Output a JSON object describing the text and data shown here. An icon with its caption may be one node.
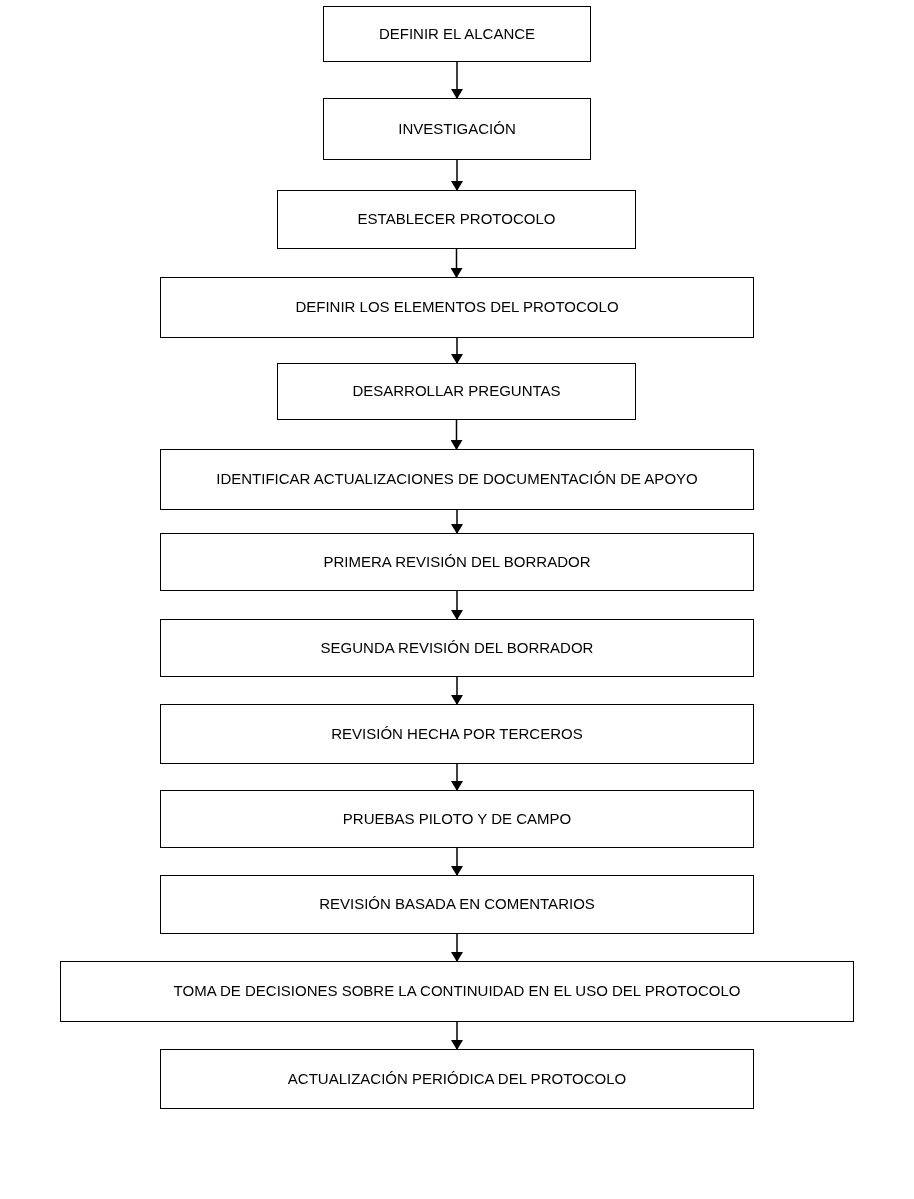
{
  "diagram": {
    "nodes": [
      {
        "text": [
          "DEFINIR EL ALCANCE"
        ]
      },
      {
        "text": [
          "INVESTIGACIÓN"
        ]
      },
      {
        "text": [
          "ESTABLECER PROTOCOLO"
        ]
      },
      {
        "text": [
          "DEFINIR LOS ELEMENTOS DEL PROTOCOLO"
        ]
      },
      {
        "text": [
          "DESARROLLAR PREGUNTAS"
        ]
      },
      {
        "text": [
          "IDENTIFICAR ACTUALIZACIONES DE DOCUMENTACIÓN DE APOYO"
        ]
      },
      {
        "text": [
          "PRIMERA REVISIÓN DEL BORRADOR"
        ]
      },
      {
        "text": [
          "SEGUNDA REVISIÓN DEL BORRADOR"
        ]
      },
      {
        "text": [
          "REVISIÓN HECHA POR TERCEROS"
        ]
      },
      {
        "text": [
          "PRUEBAS PILOTO Y DE CAMPO"
        ]
      },
      {
        "text": [
          "REVISIÓN BASADA EN COMENTARIOS"
        ]
      },
      {
        "text": [
          "TOMA DE DECISIONES SOBRE LA CONTINUIDAD EN EL USO DEL PROTOCOLO"
        ]
      },
      {
        "text": [
          "ACTUALIZACIÓN PERIÓDICA DEL PROTOCOLO"
        ]
      }
    ],
    "edges": [
      {
        "from": 0,
        "to": 1,
        "arrow": "to"
      },
      {
        "from": 1,
        "to": 2,
        "arrow": "to"
      },
      {
        "from": 2,
        "to": 3,
        "arrow": "to"
      },
      {
        "from": 3,
        "to": 4,
        "arrow": "to"
      },
      {
        "from": 4,
        "to": 5,
        "arrow": "to"
      },
      {
        "from": 5,
        "to": 6,
        "arrow": "to"
      },
      {
        "from": 6,
        "to": 7,
        "arrow": "to"
      },
      {
        "from": 7,
        "to": 8,
        "arrow": "to"
      },
      {
        "from": 8,
        "to": 9,
        "arrow": "to"
      },
      {
        "from": 9,
        "to": 10,
        "arrow": "to"
      },
      {
        "from": 10,
        "to": 11,
        "arrow": "to"
      },
      {
        "from": 11,
        "to": 12,
        "arrow": "to"
      }
    ]
  }
}
